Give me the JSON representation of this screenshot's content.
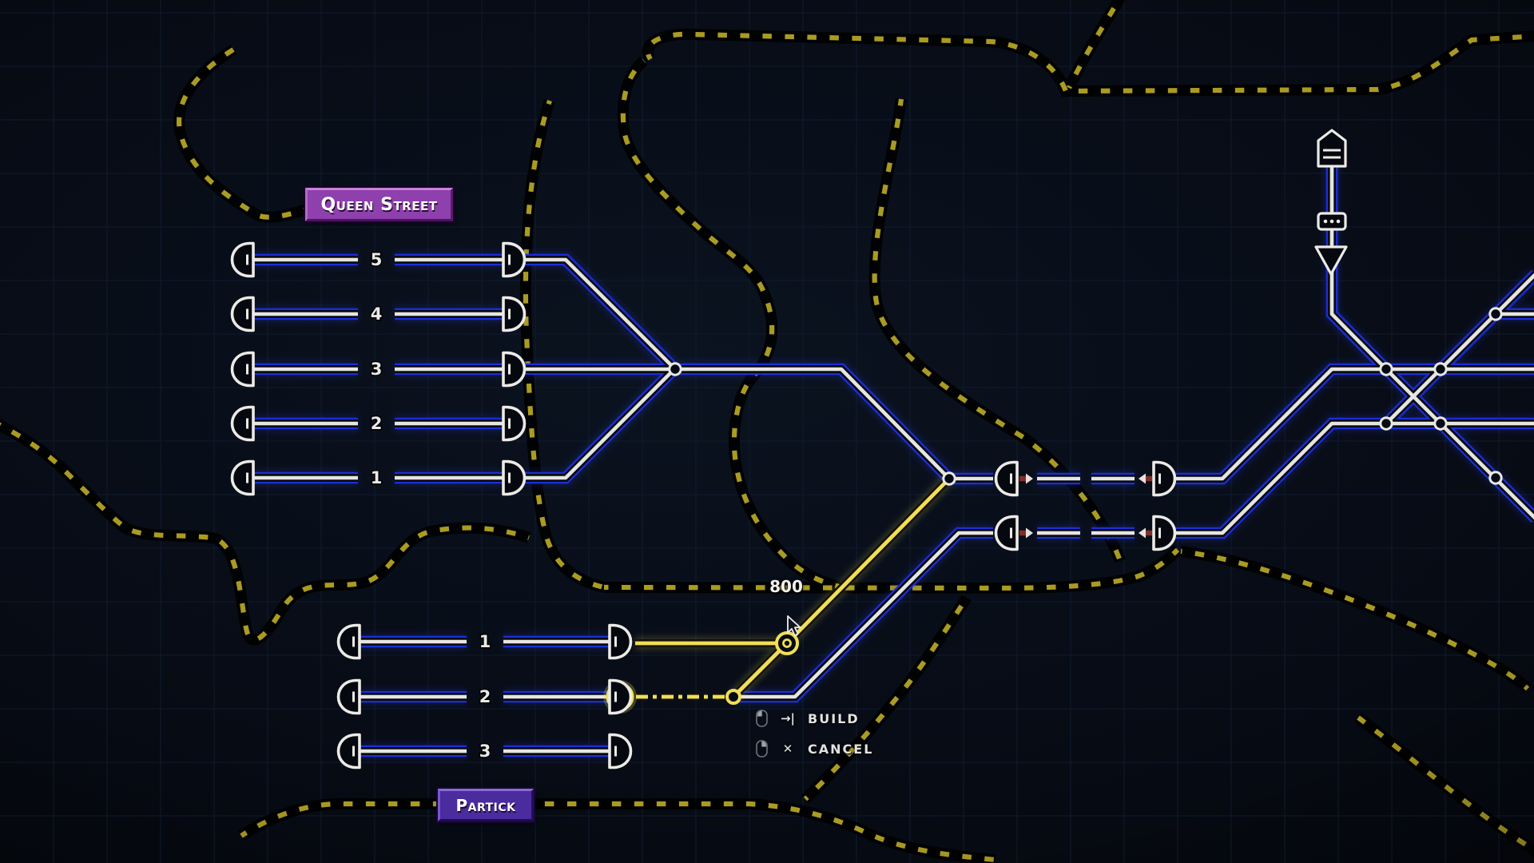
{
  "app": {
    "name": "Rail Route dispatcher map"
  },
  "colors": {
    "background": "#070c16",
    "track_white": "#e6e5e1",
    "track_blue": "#1c2ed6",
    "build_yellow": "#f0df58",
    "rope_yellow": "#b9a826",
    "badge_purple": "#8e40ac",
    "badge_indigo": "#4a2c9e",
    "border_arrow_red": "#802e26"
  },
  "stations": {
    "queen_street": {
      "name": "Queen Street",
      "tracks": [
        "5",
        "4",
        "3",
        "2",
        "1"
      ]
    },
    "partick": {
      "name": "Partick",
      "tracks": [
        "1",
        "2",
        "3"
      ]
    }
  },
  "build": {
    "cost": "800",
    "menu": [
      {
        "mouse": "left",
        "glyph": "→|",
        "label": "BUILD"
      },
      {
        "mouse": "right",
        "glyph": "✕",
        "label": "CANCEL"
      }
    ]
  },
  "icons": {
    "track_end": "semicircular track terminator",
    "junction_node": "small white ring node",
    "yellow_node": "yellow ring build node",
    "border_arrow": "red/white entry-exit arrow",
    "tunnel_portal": "pentagon portal with stripes",
    "train_queue": "three-dot queue box",
    "signal_triangle": "downward triangle signal",
    "mouse_left_click": "mouse with left button lit",
    "mouse_right_click": "mouse with right button lit",
    "cursor": "pointer arrow"
  }
}
